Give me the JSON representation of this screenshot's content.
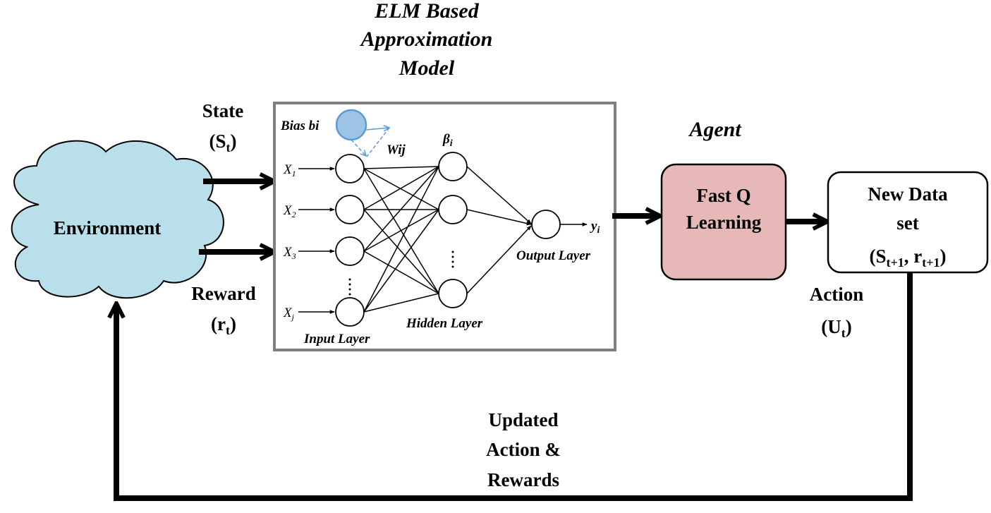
{
  "elm_title": [
    "ELM Based",
    "Approximation",
    "Model"
  ],
  "agent_label": "Agent",
  "state": {
    "word": "State",
    "sym": "S",
    "sub": "t"
  },
  "reward": {
    "word": "Reward",
    "sym": "r",
    "sub": "t"
  },
  "environment_label": "Environment",
  "fastq": [
    "Fast Q",
    "Learning"
  ],
  "newdata": {
    "line1": "New Data",
    "line2": "set",
    "s": "S",
    "s_sub": "t+1",
    "sep": ", ",
    "r": "r",
    "r_sub": "t+1"
  },
  "action": {
    "word": "Action",
    "sym": "U",
    "sub": "t"
  },
  "updated": [
    "Updated",
    "Action &",
    "Rewards"
  ],
  "nn": {
    "bias": "Bias bi",
    "wij": "Wij",
    "beta": "β",
    "beta_sub": "i",
    "x1": "X",
    "x1_sub": "1",
    "x2": "X",
    "x2_sub": "2",
    "x3": "X",
    "x3_sub": "3",
    "xj": "X",
    "xj_sub": "j",
    "y": "y",
    "y_sub": "i",
    "input_layer": "Input Layer",
    "hidden_layer": "Hidden Layer",
    "output_layer": "Output Layer"
  },
  "colors": {
    "cloud_fill": "#b9dfeb",
    "fastq_fill": "#e6b9b8",
    "bias_fill": "#9dc3e6",
    "bias_stroke": "#5b9bd5",
    "frame": "#7f7f7f"
  }
}
